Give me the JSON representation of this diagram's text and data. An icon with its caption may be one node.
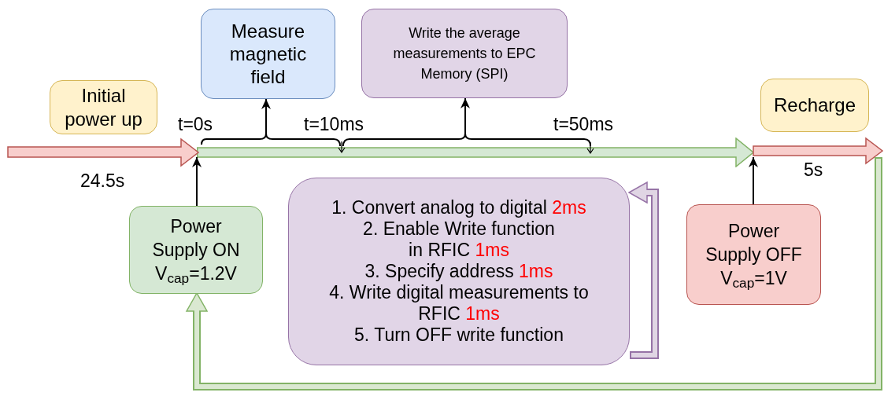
{
  "diagram": {
    "nodes": [
      {
        "text": [
          "Initial power up"
        ]
      },
      {
        "text": [
          "Measure magnetic field"
        ]
      },
      {
        "text": [
          "Write the average measurements to EPC Memory (SPI)"
        ]
      },
      {
        "text": [
          "Recharge"
        ]
      },
      {
        "text": [
          "Power Supply ON V$_{cap}$=1.2V"
        ]
      },
      {
        "text": [
          "1. Convert analog to digital *2ms*",
          "2. Enable Write function in RFIC *1ms*",
          "3. Specify address *1ms*",
          "4. Write digital measurements to RFIC *1ms*",
          "5. Turn OFF write function"
        ]
      },
      {
        "text": [
          "Power Supply OFF V$_{cap}$=1V"
        ]
      },
      {
        "text": [],
        "shape": "bar"
      }
    ],
    "edges": [
      {
        "from": 4,
        "to": 7,
        "arrow": "to"
      },
      {
        "from": 7,
        "to": 1,
        "arrow": "to"
      },
      {
        "from": 7,
        "to": 2,
        "arrow": "to"
      },
      {
        "from": 6,
        "to": 7,
        "arrow": "to"
      },
      {
        "from": 5,
        "to": 5,
        "arrow": "to",
        "style": "thick",
        "color": "#9673a6"
      },
      {
        "from": null,
        "to": 4,
        "arrow": "to",
        "style": "thick",
        "color": "#82b366"
      }
    ],
    "labels": [
      "t=0s",
      "t=10ms",
      "t=50ms",
      "24.5s",
      "5s"
    ]
  }
}
